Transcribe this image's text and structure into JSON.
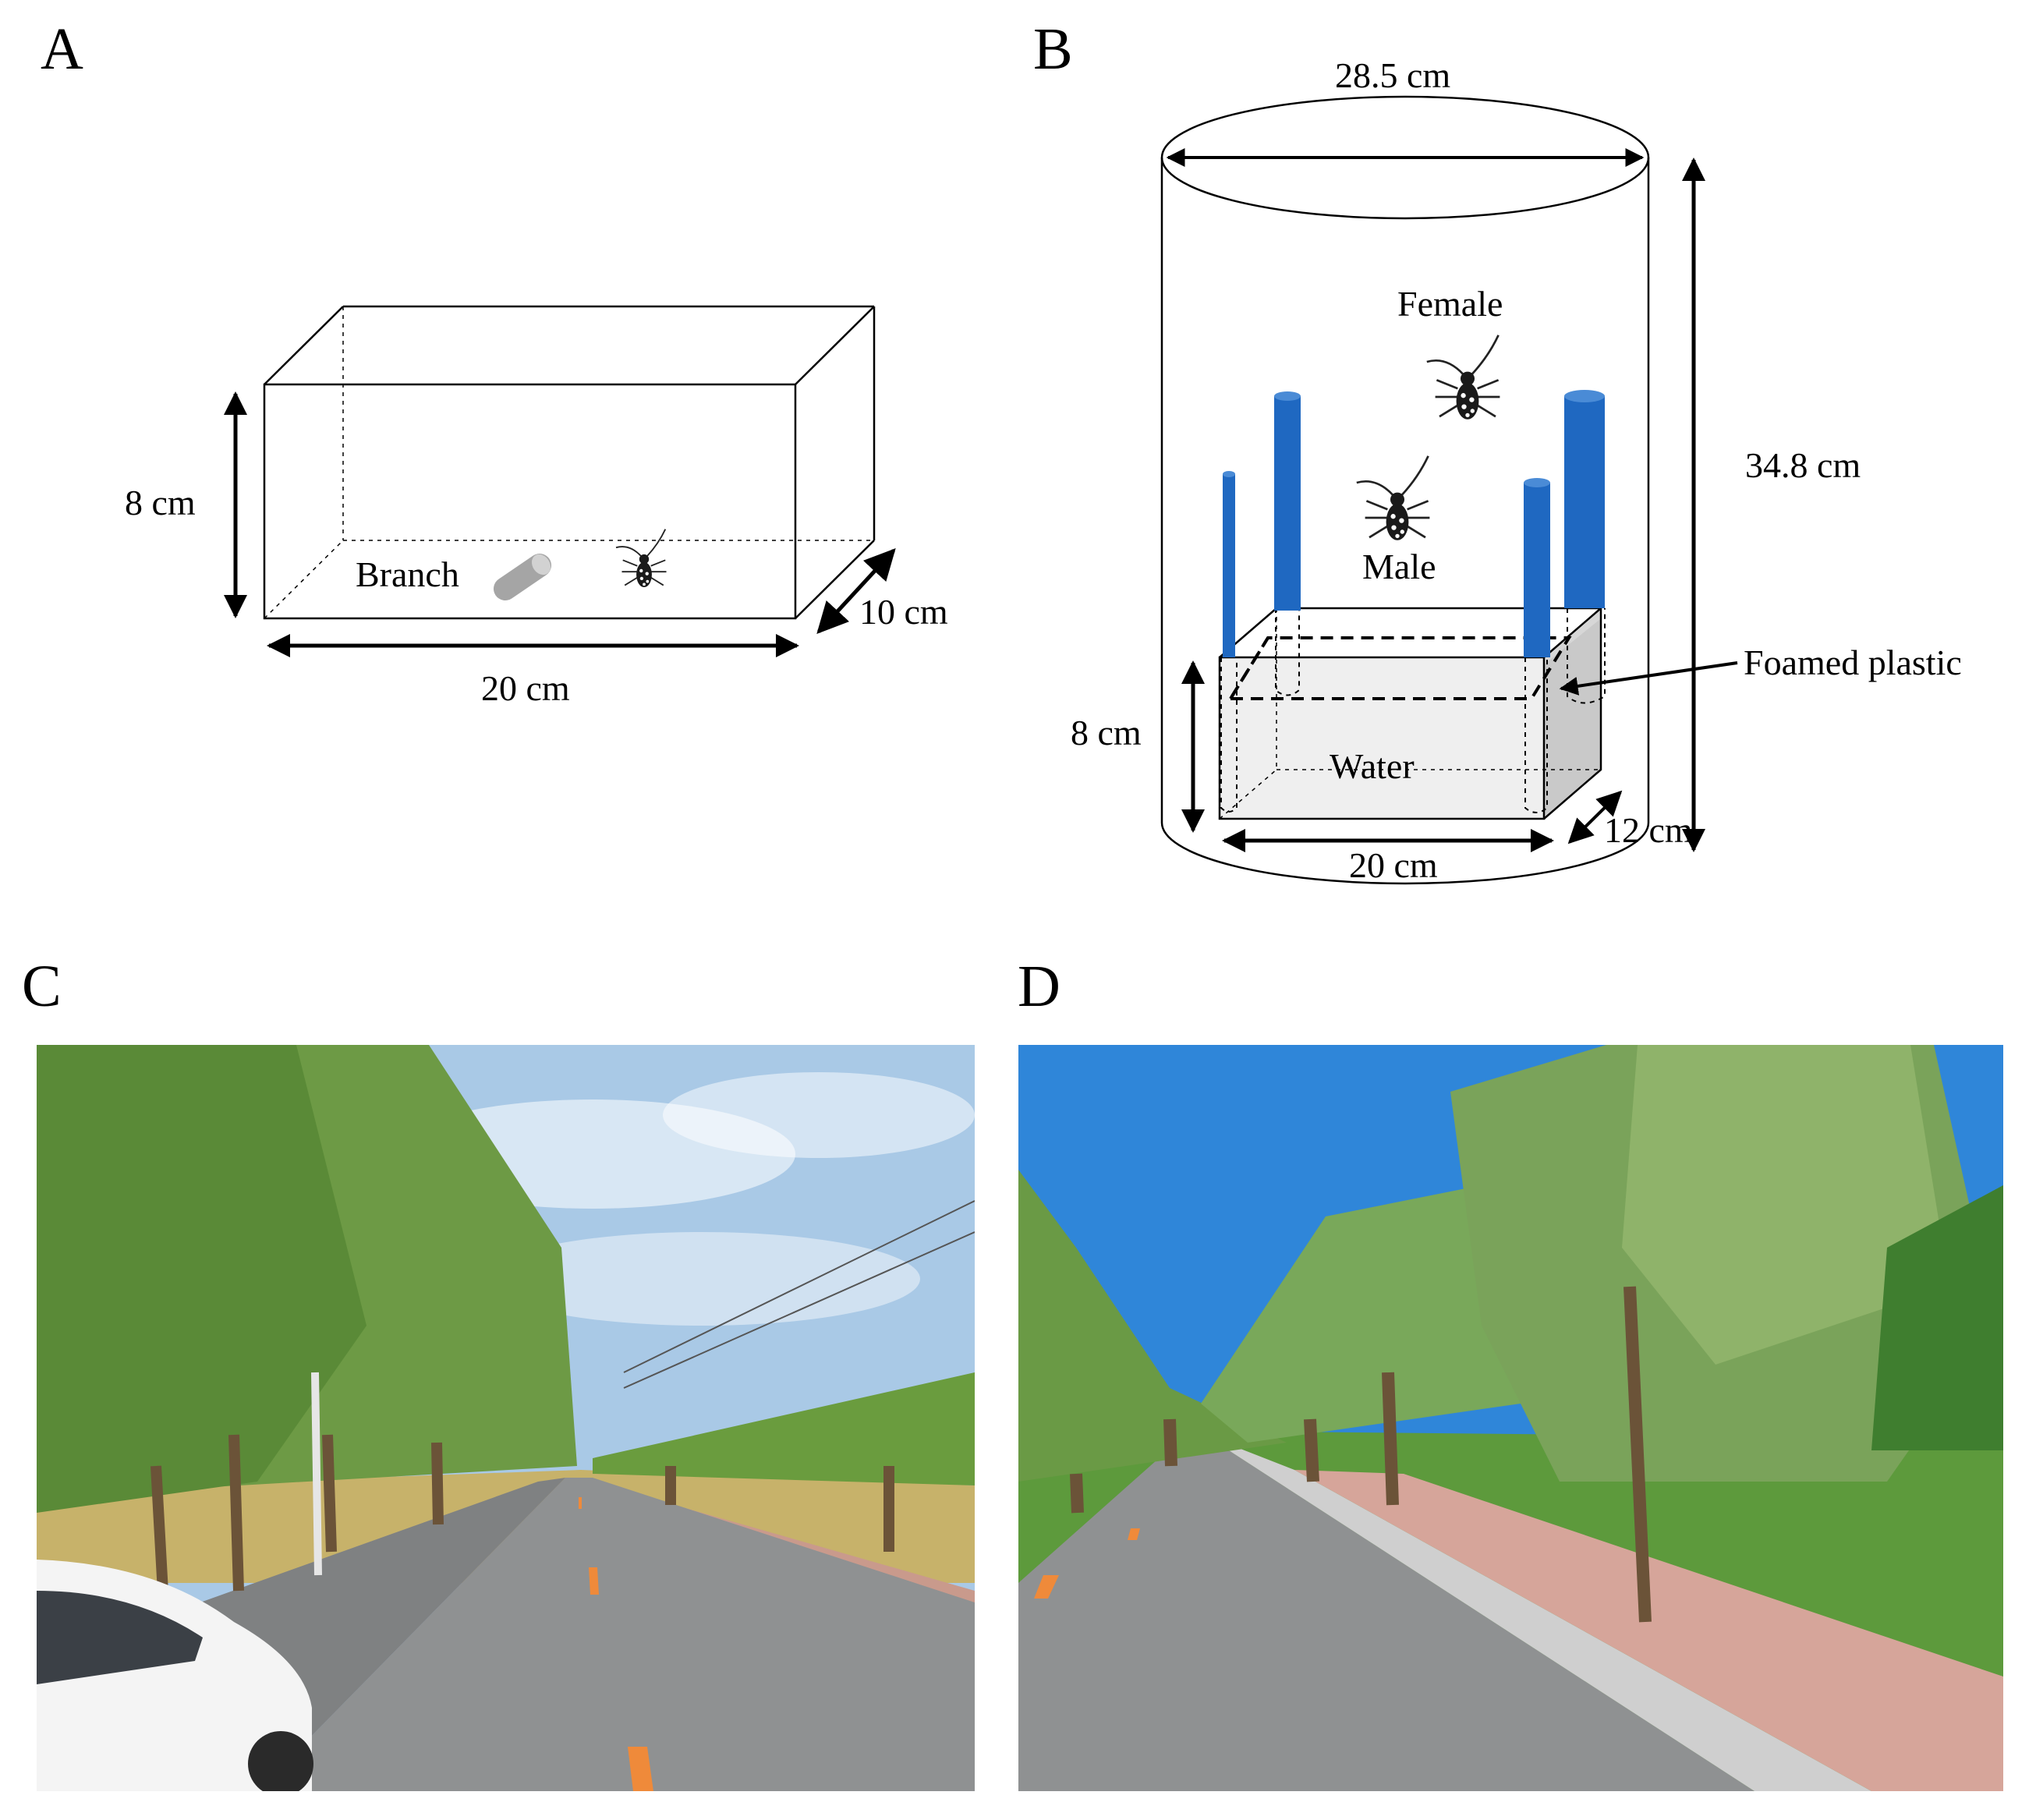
{
  "panels": {
    "a": {
      "label": "A",
      "height": "8 cm",
      "length": "20 cm",
      "depth": "10 cm",
      "branch": "Branch"
    },
    "b": {
      "label": "B",
      "diameter": "28.5 cm",
      "height": "34.8 cm",
      "female": "Female",
      "male": "Male",
      "foam": "Foamed plastic",
      "water": "Water",
      "box_height": "8 cm",
      "box_length": "20 cm",
      "box_depth": "12 cm"
    },
    "c": {
      "label": "C"
    },
    "d": {
      "label": "D"
    }
  },
  "colors": {
    "tube": "#1f68c1",
    "tube_top": "#4a8bd6",
    "sky_c": "#a9c9e6",
    "sky_d": "#2f86d9",
    "foliage": "#6d9a45",
    "road": "#8f9192",
    "field": "#c7b26a",
    "crop": "#5d9a3c",
    "branch": "#a5a5a5",
    "water": "#efefef"
  },
  "icons": [
    "beetle-icon",
    "branch-icon",
    "car-icon"
  ]
}
